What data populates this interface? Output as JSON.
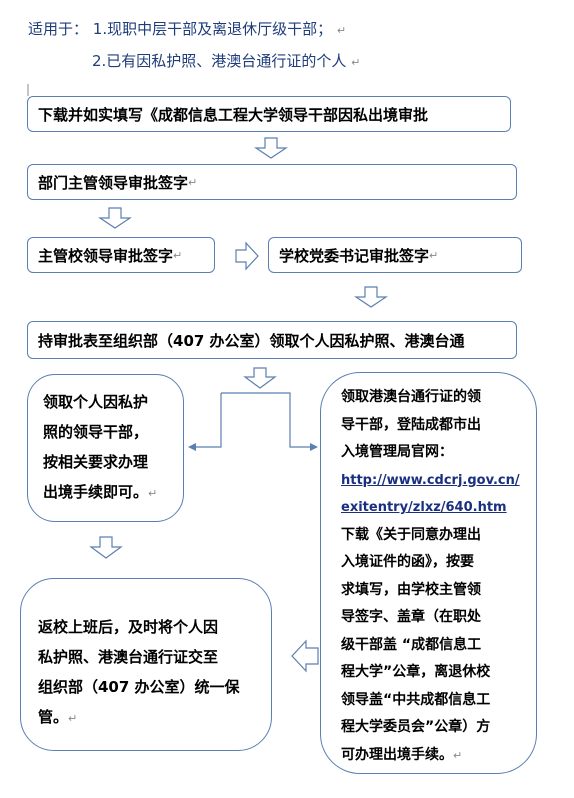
{
  "header": {
    "applies_label": "适用于：",
    "item1": "1.现职中层干部及离退休厅级干部；",
    "item2": "2.已有因私护照、港澳台通行证的个人"
  },
  "steps": {
    "step1": "下载并如实填写《成都信息工程大学领导干部因私出境审批",
    "step2": "部门主管领导审批签字",
    "step3a": "主管校领导审批签字",
    "step3b": "学校党委书记审批签字",
    "step4": "持审批表至组织部（407 办公室）领取个人因私护照、港澳台通"
  },
  "left_box": {
    "line1": "领取个人因私护",
    "line2": "照的领导干部，",
    "line3": "按相关要求办理",
    "line4": "出境手续即可。"
  },
  "right_box": {
    "line1": "领取港澳台通行证的领",
    "line2": "导干部，登陆成都市出",
    "line3": "入境管理局官网：",
    "link1": "http://www.cdcrj.gov.cn/",
    "link2": "exitentry/zlxz/640.htm",
    "line4": "下载《关于同意办理出",
    "line5": "入境证件的函》，按要",
    "line6": "求填写，由学校主管领",
    "line7": "导签字、盖章（在职处",
    "line8": "级干部盖 “成都信息工",
    "line9": "程大学”公章，离退休校",
    "line10": "领导盖“中共成都信息工",
    "line11": "程大学委员会”公章）方",
    "line12": "可办理出境手续。"
  },
  "bottom_box": {
    "line1": "返校上班后，及时将个人因",
    "line2": "私护照、港澳台通行证交至",
    "line3": "组织部（407 办公室）统一保",
    "line4": "管。"
  },
  "colors": {
    "border": "#5b7fb0",
    "header_text": "#1f3d7a",
    "link": "#1a2f80"
  }
}
